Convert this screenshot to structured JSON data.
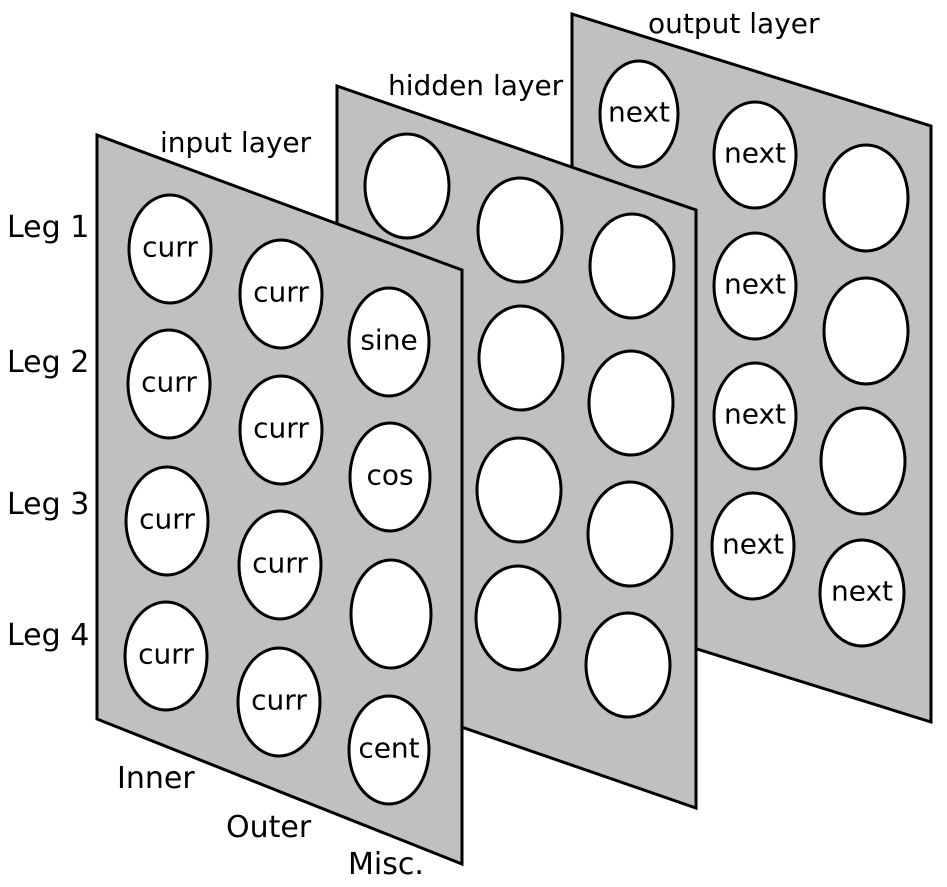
{
  "layers": {
    "input": {
      "label": "input layer"
    },
    "hidden": {
      "label": "hidden layer"
    },
    "output": {
      "label": "output layer"
    }
  },
  "row_labels": [
    "Leg 1",
    "Leg 2",
    "Leg 3",
    "Leg 4"
  ],
  "column_labels": [
    "Inner",
    "Outer",
    "Misc."
  ],
  "nodes": {
    "input": [
      [
        "curr",
        "curr",
        "curr",
        "curr"
      ],
      [
        "curr",
        "curr",
        "curr",
        "curr"
      ],
      [
        "sine",
        "cos",
        "",
        "cent"
      ]
    ],
    "output": [
      [
        "next"
      ],
      [
        "next",
        "next",
        "next",
        "next"
      ],
      [
        "",
        "",
        "",
        "next"
      ]
    ]
  },
  "colors": {
    "panel": "#c0c0c0",
    "node_fill": "#ffffff",
    "stroke": "#000000"
  }
}
